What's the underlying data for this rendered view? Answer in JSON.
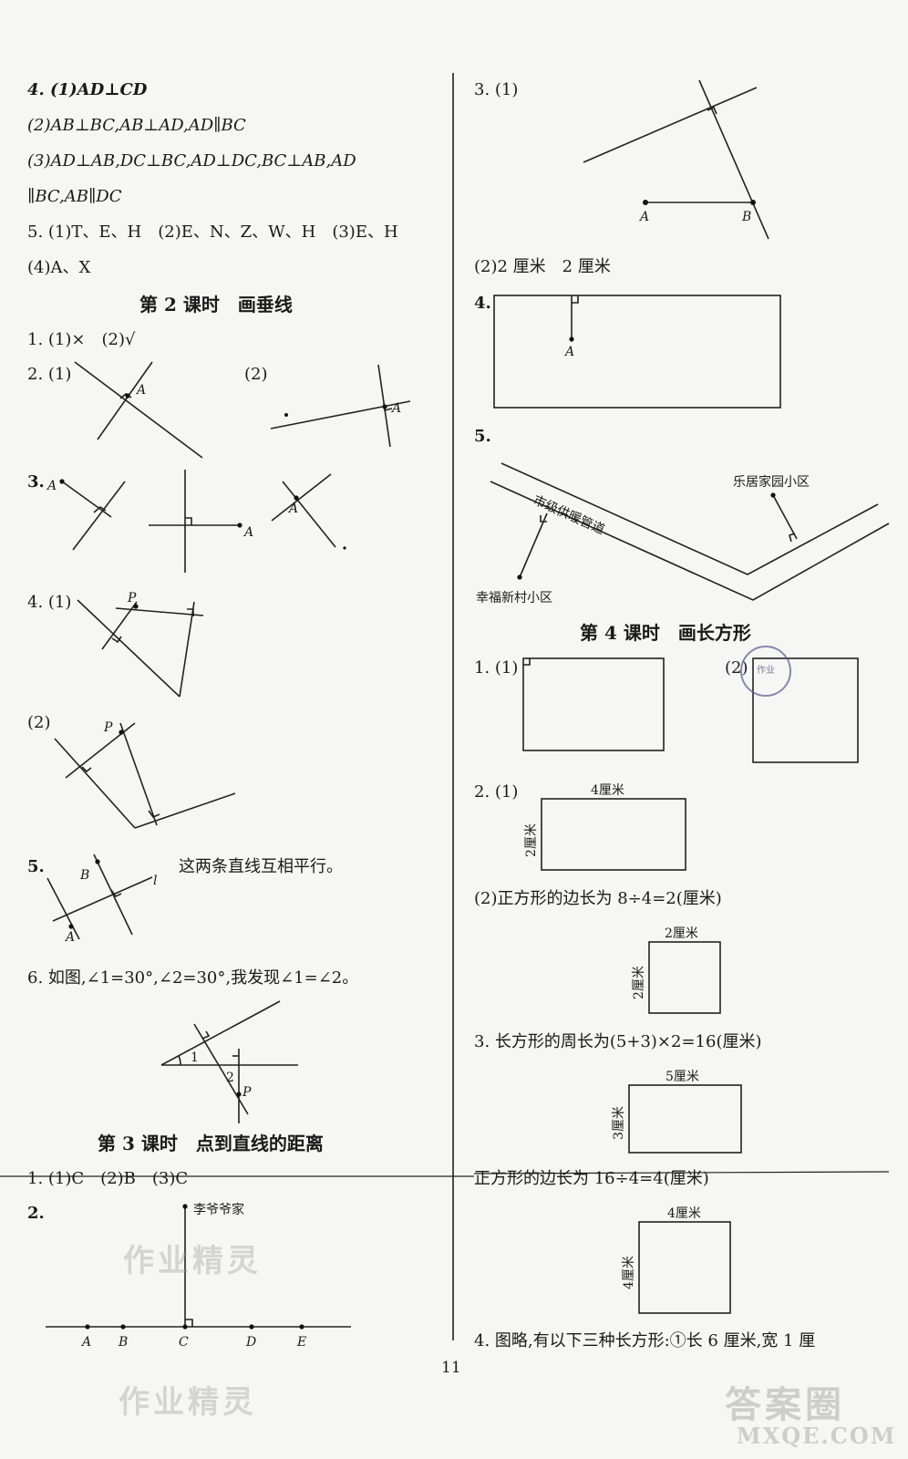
{
  "left": {
    "q4": [
      "4. (1)AD⊥CD",
      "(2)AB⊥BC,AB⊥AD,AD∥BC",
      "(3)AD⊥AB,DC⊥BC,AD⊥DC,BC⊥AB,AD",
      "∥BC,AB∥DC"
    ],
    "q5": [
      "5. (1)T、E、H　(2)E、N、Z、W、H　(3)E、H",
      "(4)A、X"
    ],
    "h2": "第 2 课时　画垂线",
    "l2q1": "1. (1)×　(2)√",
    "l2q2a": "2. (1)",
    "l2q2b": "(2)",
    "l2q3": "3.",
    "l2q4a": "4. (1)",
    "l2q4b": "(2)",
    "l2q5": "5.",
    "l2q5text": "这两条直线互相平行。",
    "l2q6": "6. 如图,∠1=30°,∠2=30°,我发现∠1=∠2。",
    "h3": "第 3 课时　点到直线的距离",
    "l3q1": "1. (1)C　(2)B　(3)C",
    "l3q2": "2.",
    "house": "李爷爷家"
  },
  "right": {
    "q3": "3. (1)",
    "q3b": "(2)2 厘米　2 厘米",
    "q4": "4.",
    "q5": "5.",
    "community1": "乐居家园小区",
    "pipe": "市级供暖管道",
    "community2": "幸福新村小区",
    "h4": "第 4 课时　画长方形",
    "l4q1a": "1. (1)",
    "l4q1b": "(2)",
    "l4q2a": "2. (1)",
    "w4": "4厘米",
    "h2cm": "2厘米",
    "l4q2b": "(2)正方形的边长为 8÷4=2(厘米)",
    "sq2top": "2厘米",
    "sq2side": "2厘米",
    "l4q3": "3. 长方形的周长为(5+3)×2=16(厘米)",
    "r5": "5厘米",
    "r3": "3厘米",
    "l4q3b": "正方形的边长为 16÷4=4(厘米)",
    "sq4top": "4厘米",
    "sq4side": "4厘米",
    "l4q4": "4. 图略,有以下三种长方形:①长 6 厘米,宽 1 厘"
  },
  "labels": {
    "A": "A",
    "B": "B",
    "C": "C",
    "D": "D",
    "E": "E",
    "P": "P",
    "l": "l",
    "one": "1",
    "two": "2"
  },
  "page_number": "11",
  "watermarks": {
    "wm1": "作业精灵",
    "wm2": "作业精灵",
    "wm3": "答案圈",
    "wm4": "MXQE.COM"
  },
  "stamp": "作业"
}
